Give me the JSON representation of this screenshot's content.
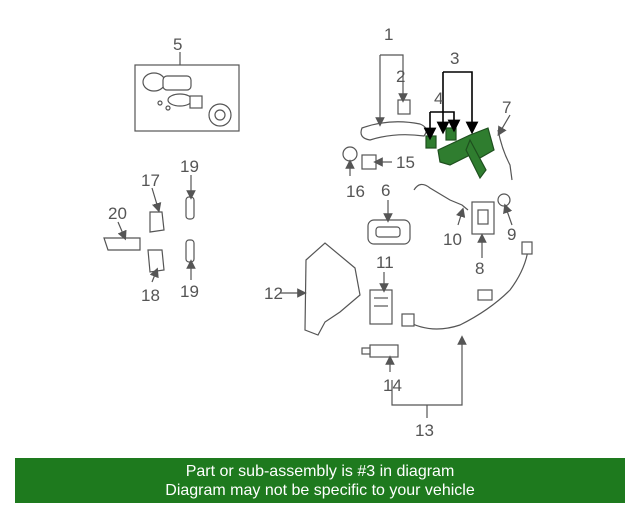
{
  "diagram": {
    "callouts": [
      "1",
      "2",
      "3",
      "4",
      "5",
      "6",
      "7",
      "8",
      "9",
      "10",
      "11",
      "12",
      "13",
      "14",
      "15",
      "16",
      "17",
      "18",
      "19",
      "19",
      "20"
    ]
  },
  "colors": {
    "highlight": "#2f7d2f",
    "banner": "#1e7a1e"
  },
  "banner": {
    "line1": "Part or sub-assembly is #3 in diagram",
    "line2": "Diagram may not be specific to your vehicle"
  }
}
